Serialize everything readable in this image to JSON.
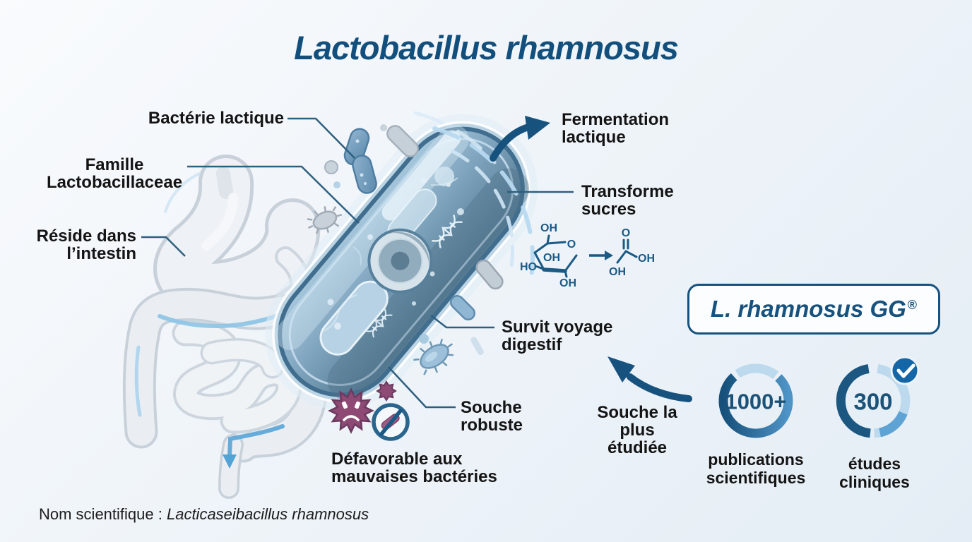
{
  "title": "Lactobacillus rhamnosus",
  "callouts": {
    "bacterie": "Bactérie lactique",
    "famille": "Famille\nLactobacillaceae",
    "reside": "Réside dans\nl’intestin",
    "fermentation": "Fermentation\nlactique",
    "transforme": "Transforme\nsucres",
    "survit": "Survit voyage\ndigestif",
    "robuste": "Souche\nrobuste",
    "defavorable": "Défavorable aux\nmauvaises bactéries",
    "etudiee": "Souche la\nplus étudiée"
  },
  "chemistry": {
    "sugar": {
      "oh_top": "OH",
      "o_ring": "O",
      "oh_inner": "OH",
      "ho_left": "HO",
      "oh_bottom": "OH"
    },
    "acid": {
      "o_top": "O",
      "oh_right": "OH",
      "oh_bottom": "OH"
    }
  },
  "strain_box": {
    "name": "L. rhamnosus GG",
    "registered": "®"
  },
  "stats": [
    {
      "value": "1000+",
      "label": "publications\nscientifiques"
    },
    {
      "value": "300",
      "label": "études\ncliniques"
    }
  ],
  "footer": {
    "prefix": "Nom scientifique : ",
    "scientific_name": "Lacticaseibacillus rhamnosus"
  },
  "colors": {
    "title": "#134F7C",
    "connector": "#2E5F7F",
    "arrow": "#17527E",
    "ring_dark": "#1B5780",
    "ring_mid": "#5FA3D4",
    "ring_light": "#BCD9EE",
    "number": "#1B5278",
    "box_border": "#17527E",
    "chem": "#1A5A85",
    "purple": "#8E4A74",
    "text": "#141414"
  }
}
